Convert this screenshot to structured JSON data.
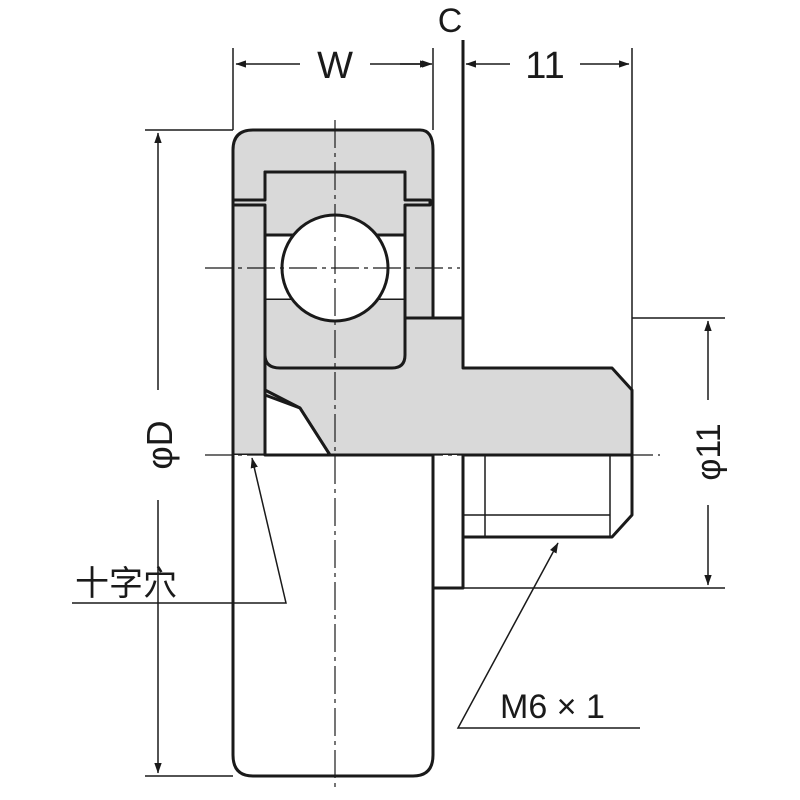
{
  "labels": {
    "width": "W",
    "clearance": "C",
    "stud_length": "11",
    "outer_diameter": "φD",
    "stud_diameter": "φ11",
    "cross_hole": "十字穴",
    "thread": "M6 × 1"
  },
  "colors": {
    "line": "#1a1a1a",
    "section_fill": "#d9d9d9",
    "background": "#ffffff"
  }
}
